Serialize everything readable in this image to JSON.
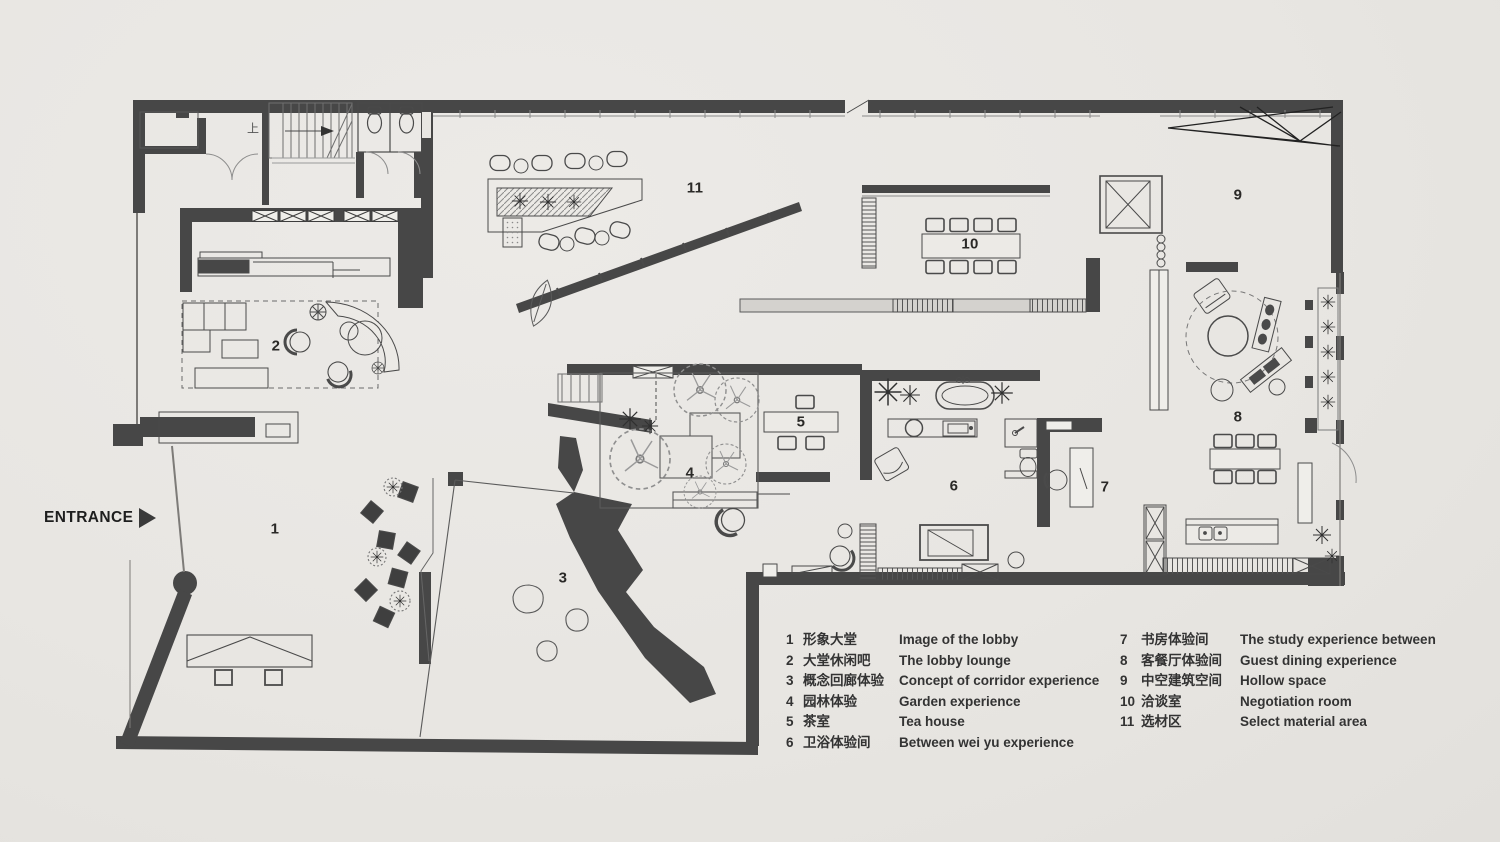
{
  "entrance": {
    "label": "ENTRANCE"
  },
  "stairs": {
    "up_label": "上"
  },
  "rooms": [
    {
      "num": "1",
      "zh": "形象大堂",
      "en": "Image of the lobby"
    },
    {
      "num": "2",
      "zh": "大堂休闲吧",
      "en": "The lobby lounge"
    },
    {
      "num": "3",
      "zh": "概念回廊体验",
      "en": "Concept of corridor experience"
    },
    {
      "num": "4",
      "zh": "园林体验",
      "en": "Garden experience"
    },
    {
      "num": "5",
      "zh": "茶室",
      "en": "Tea house"
    },
    {
      "num": "6",
      "zh": "卫浴体验间",
      "en": "Between wei yu experience"
    },
    {
      "num": "7",
      "zh": "书房体验间",
      "en": "The study experience between"
    },
    {
      "num": "8",
      "zh": "客餐厅体验间",
      "en": "Guest dining experience"
    },
    {
      "num": "9",
      "zh": "中空建筑空间",
      "en": "Hollow space"
    },
    {
      "num": "10",
      "zh": "洽谈室",
      "en": "Negotiation room"
    },
    {
      "num": "11",
      "zh": "选材区",
      "en": "Select material area"
    }
  ],
  "colors": {
    "background": "#e8e6e2",
    "wall": "#474747",
    "line": "#4a4a4a",
    "text": "#333333"
  }
}
